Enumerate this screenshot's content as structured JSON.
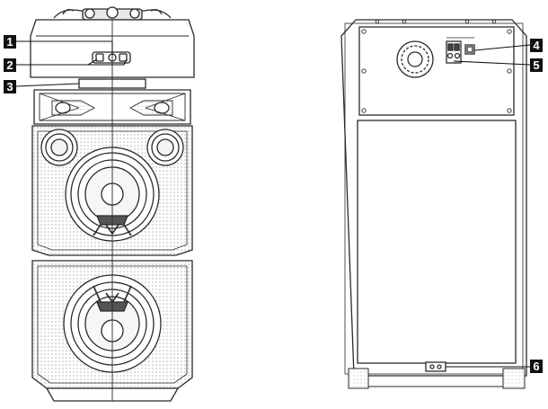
{
  "figure": {
    "views": [
      "front-view",
      "rear-view"
    ],
    "callouts": [
      {
        "id": "callout-1",
        "number": "1"
      },
      {
        "id": "callout-2",
        "number": "2"
      },
      {
        "id": "callout-3",
        "number": "3"
      },
      {
        "id": "callout-4",
        "number": "4"
      },
      {
        "id": "callout-5",
        "number": "5"
      },
      {
        "id": "callout-6",
        "number": "6"
      }
    ]
  },
  "colors": {
    "line": "#2a2a2a",
    "callout_bg": "#111111",
    "callout_fg": "#ffffff",
    "grille": "#bdbdbd",
    "background": "#ffffff"
  }
}
